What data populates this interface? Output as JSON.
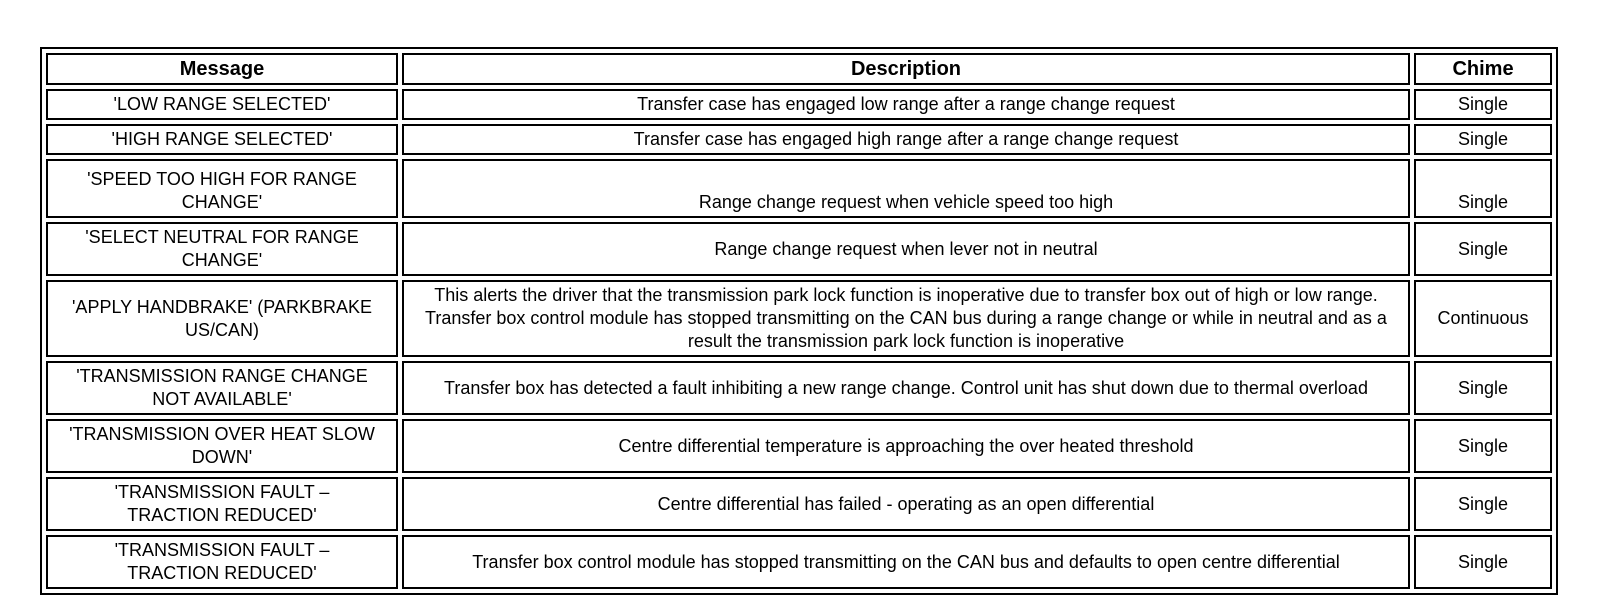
{
  "table": {
    "headers": {
      "message": "Message",
      "description": "Description",
      "chime": "Chime"
    },
    "rows": [
      {
        "message": "'LOW RANGE SELECTED'",
        "description": "Transfer case has engaged low range after a range change request",
        "chime": "Single"
      },
      {
        "message": "'HIGH RANGE SELECTED'",
        "description": "Transfer case has engaged high range after a range change request",
        "chime": "Single"
      },
      {
        "message": "'SPEED TOO HIGH FOR RANGE\nCHANGE'",
        "description": "Range change request when vehicle speed too high",
        "chime": "Single"
      },
      {
        "message": "'SELECT NEUTRAL FOR RANGE\nCHANGE'",
        "description": "Range change request when lever not in neutral",
        "chime": "Single"
      },
      {
        "message": "'APPLY HANDBRAKE' (PARKBRAKE\nUS/CAN)",
        "description": "This alerts the driver that the transmission park lock function is inoperative due to transfer box out of high or low range. Transfer box control module has stopped transmitting on the CAN bus during a range change or while in neutral and as a result the transmission park lock function is inoperative",
        "chime": "Continuous"
      },
      {
        "message": "'TRANSMISSION RANGE CHANGE\nNOT AVAILABLE'",
        "description": "Transfer box has detected a fault inhibiting a new range change. Control unit has shut down due to thermal overload",
        "chime": "Single"
      },
      {
        "message": "'TRANSMISSION OVER HEAT SLOW\nDOWN'",
        "description": "Centre differential temperature is approaching the over heated threshold",
        "chime": "Single"
      },
      {
        "message": "'TRANSMISSION FAULT –\nTRACTION REDUCED'",
        "description": "Centre differential has failed - operating as an open differential",
        "chime": "Single"
      },
      {
        "message": "'TRANSMISSION FAULT –\nTRACTION REDUCED'",
        "description": "Transfer box control module has stopped transmitting on the CAN bus and defaults to open centre differential",
        "chime": "Single"
      }
    ],
    "colors": {
      "border": "#000000",
      "text": "#000000",
      "background": "#ffffff"
    }
  }
}
